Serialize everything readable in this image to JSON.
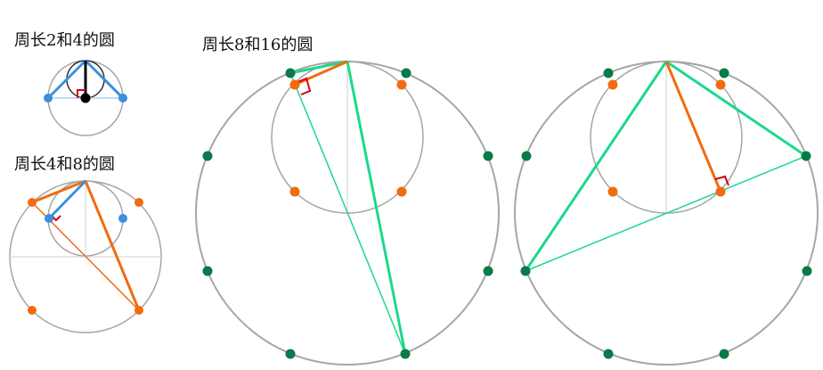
{
  "labels": {
    "circles_2_4": "周长2和4的圆",
    "circles_4_8": "周长4和8的圆",
    "circles_8_16": "周长8和16的圆"
  },
  "colors": {
    "circle": "#a6a6a6",
    "axis": "#d9d9d9",
    "blue": "#3b8fe0",
    "orange": "#f26b0f",
    "green": "#1bd98a",
    "dark_green": "#0a7a48",
    "right_angle": "#d0021b",
    "black": "#000000"
  }
}
